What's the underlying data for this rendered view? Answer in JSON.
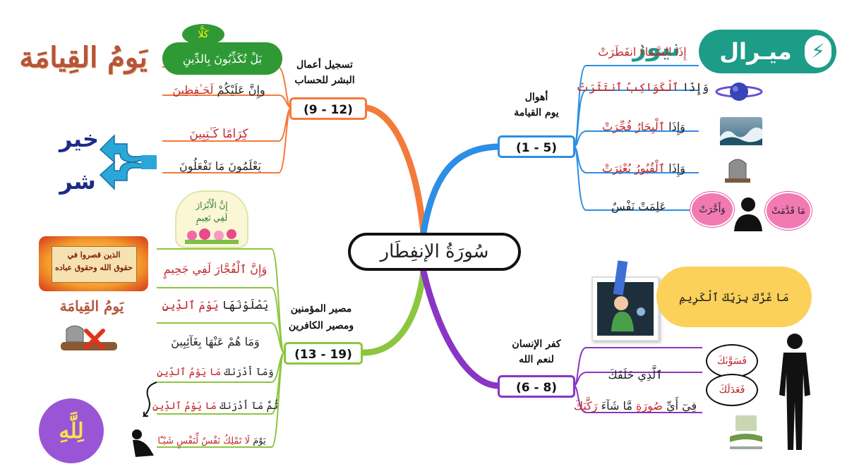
{
  "center": {
    "title": "سُورَةُ الإنفِطَار"
  },
  "logo": {
    "brand": "ميـرال",
    "news": "نيوز"
  },
  "branches": {
    "right_top": {
      "title_line1": "أهوال",
      "title_line2": "يوم القيامة",
      "range": "(1 - 5)",
      "color": "#2d8ee6",
      "verses": [
        {
          "parts": [
            {
              "text": "إِذَا السَّمَاءُ انفَطَرَتْ",
              "color": "red"
            }
          ]
        },
        {
          "parts": [
            {
              "text": "وَإِذَا ",
              "color": "black"
            },
            {
              "text": "ٱلْكَوَاكِبُ ٱنتَثَرَتْ",
              "color": "red"
            }
          ]
        },
        {
          "parts": [
            {
              "text": "وَإِذَا ",
              "color": "black"
            },
            {
              "text": "ٱلْبِحَارُ فُجِّرَتْ",
              "color": "red"
            }
          ]
        },
        {
          "parts": [
            {
              "text": "وَإِذَا ",
              "color": "black"
            },
            {
              "text": "ٱلْقُبُورُ بُعْثِرَتْ",
              "color": "red"
            }
          ]
        },
        {
          "parts": [
            {
              "text": "عَلِمَتْ نَفْسٌ",
              "color": "black"
            }
          ]
        }
      ],
      "bubbles": [
        "وَأَخَّرَتْ",
        "مَا قَدَّمَتْ"
      ]
    },
    "left_top": {
      "title_line1": "تسجيل أعمال",
      "title_line2": "البشر للحساب",
      "range": "(9 - 12)",
      "color": "#f47a3a",
      "bubble_small": "كَلَّا",
      "bubble_main": "بَلْ تُكَذِّبُونَ بِالدِّينِ",
      "verses": [
        {
          "parts": [
            {
              "text": "وإِنَّ عَلَيْكُمْ ",
              "color": "black"
            },
            {
              "text": "لَحَـٰفِظِينَ",
              "color": "red"
            }
          ]
        },
        {
          "parts": [
            {
              "text": "كِرَامًا كَـٰتِبِينَ",
              "color": "red"
            }
          ]
        },
        {
          "parts": [
            {
              "text": "يَعْلَمُونَ مَا تَفْعَلُونَ",
              "color": "black"
            }
          ]
        }
      ],
      "side_title": "يَومُ القِيامَة",
      "good": "خير",
      "bad": "شر"
    },
    "left_bottom": {
      "title_line1": "مصير المؤمنين",
      "title_line2": "ومصير الكافرين",
      "range": "(13 - 19)",
      "color": "#8cc63f",
      "flower_text_1": "إِنَّ الْأَبْرَارَ",
      "flower_text_2": "لَفِي نَعِيمٍ",
      "fire_text_1": "الذين قصروا في",
      "fire_text_2": "حقوق الله وحقوق عباده",
      "small_title": "يَومُ القِيامَة",
      "allah": "لِلَّهِ",
      "verses": [
        {
          "parts": [
            {
              "text": "وَإِنَّ ٱلْفُجَّارَ لَفِي جَحِيمٍ",
              "color": "red"
            }
          ]
        },
        {
          "parts": [
            {
              "text": "يَصْلَوْنَهَا ",
              "color": "black"
            },
            {
              "text": "يَوْمَ ٱلدِّينِ",
              "color": "red"
            }
          ]
        },
        {
          "parts": [
            {
              "text": "وَمَا هُمْ عَنْهَا بِغَآئِبِينَ",
              "color": "black"
            }
          ]
        },
        {
          "parts": [
            {
              "text": "وَمَآ أَدْرَىٰكَ ",
              "color": "black"
            },
            {
              "text": "مَا يَوْمُ ٱلدِّينِ",
              "color": "red"
            }
          ]
        },
        {
          "parts": [
            {
              "text": "ثُمَّ مَآ أَدْرَىٰكَ ",
              "color": "black"
            },
            {
              "text": "مَا يَوْمُ ٱلدِّينِ",
              "color": "red"
            }
          ]
        },
        {
          "parts": [
            {
              "text": "يَوْمَ ",
              "color": "black"
            },
            {
              "text": "لَا تَمْلِكُ نَفْسٌ لِّنَفْسٍ شَيْـًٔا",
              "color": "red"
            }
          ]
        }
      ]
    },
    "right_bottom": {
      "title_line1": "كفر الإنسان",
      "title_line2": "لنعم الله",
      "range": "(6 - 8)",
      "color": "#8a35c4",
      "callout": "مَا غَرَّكَ بِرَبِّكَ ٱلْكَرِيمِ",
      "verses": [
        {
          "parts": [
            {
              "text": "ٱلَّذِي خَلَقَكَ",
              "color": "black"
            }
          ]
        },
        {
          "parts": [
            {
              "text": "فِيٓ أَيِّ ",
              "color": "black"
            },
            {
              "text": "صُورَةٍ",
              "color": "red"
            },
            {
              "text": " مَّا شَآءَ ",
              "color": "black"
            },
            {
              "text": "رَكَّبَكَ",
              "color": "red"
            }
          ]
        }
      ],
      "bubbles": [
        "فَسَوَّىٰكَ",
        "فَعَدَلَكَ"
      ]
    }
  }
}
